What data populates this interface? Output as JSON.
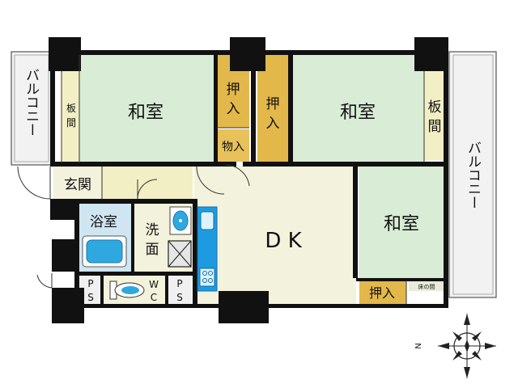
{
  "rooms": {
    "washitsu_west": "和室",
    "washitsu_center": "和室",
    "washitsu_east": "和室",
    "dk": "D K",
    "genkan": "玄関",
    "yokushitsu": "浴室",
    "senmen_top": "洗",
    "senmen_bottom": "面",
    "wc_w": "W",
    "wc_c": "C",
    "ps1_p": "P",
    "ps1_s": "S",
    "ps2_p": "P",
    "ps2_s": "S"
  },
  "storage": {
    "oshiire_small_top": "押",
    "oshiire_small_bottom": "入",
    "oshiire_tall_top": "押",
    "oshiire_tall_bottom": "入",
    "monoire": "物入",
    "oshiire_east": "押入",
    "yuka_no_ma": "床の間"
  },
  "wood_floor": {
    "left_top": "板",
    "left_bottom": "間",
    "right_top": "板",
    "right_bottom": "間"
  },
  "balcony": {
    "left": "バルコニー",
    "right": "バルコニー"
  },
  "compass": {
    "north": "N"
  },
  "colors": {
    "washitsu": "#d9ecd6",
    "dk": "#f3f2dc",
    "oshiire": "#e3b84a",
    "wood": "#f2efc4",
    "bath": "#cfe6f2",
    "balcony": "#f2f2f2",
    "wall": "#111111",
    "kitchen_blue": "#1e9be0"
  }
}
